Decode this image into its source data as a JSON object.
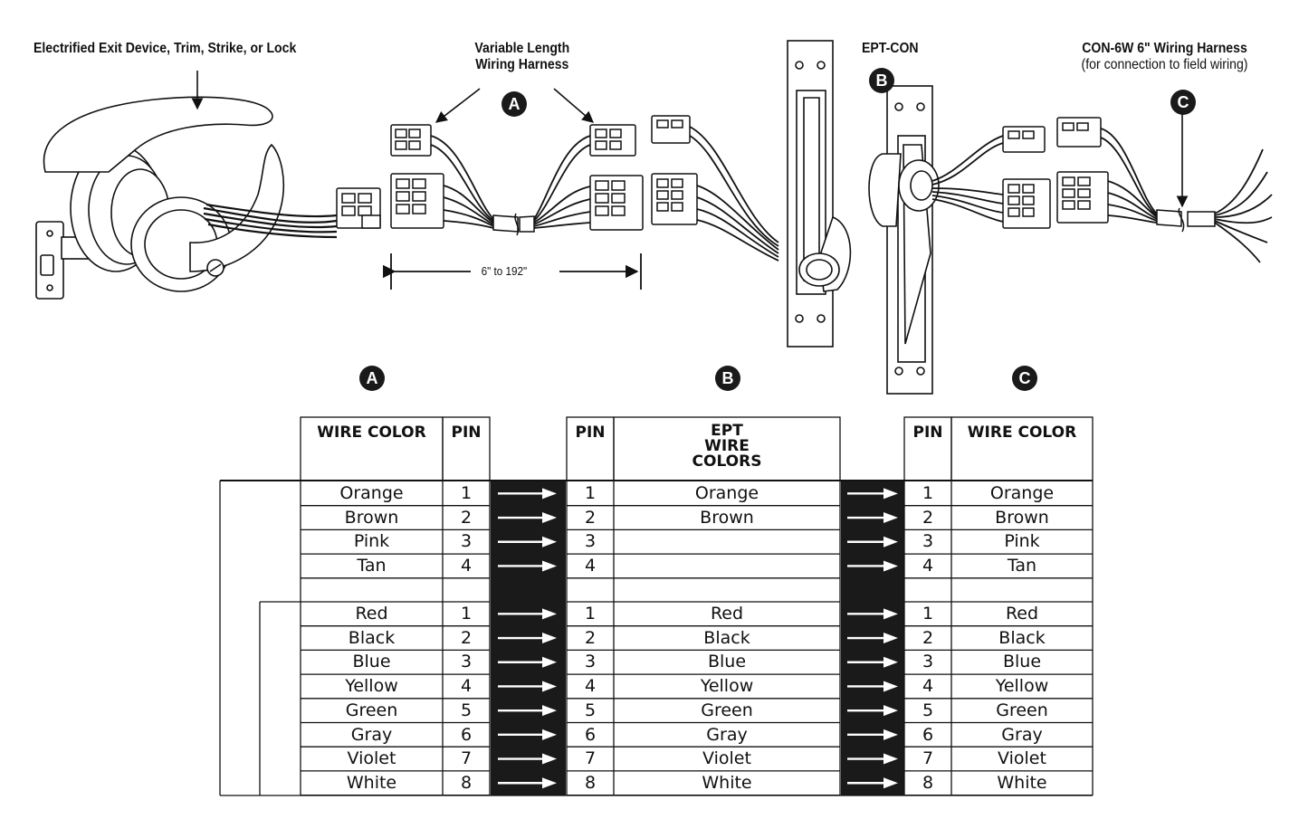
{
  "labels": {
    "device": "Electrified Exit Device, Trim, Strike, or Lock",
    "harness_line1": "Variable Length",
    "harness_line2": "Wiring Harness",
    "eptcon": "EPT-CON",
    "con6w_line1": "CON-6W 6\" Wiring Harness",
    "con6w_line2": "(for connection to field wiring)",
    "dimension": "6\" to 192\""
  },
  "badges": {
    "a": "A",
    "b": "B",
    "c": "C"
  },
  "table": {
    "headers": {
      "a_color": "WIRE COLOR",
      "a_pin": "PIN",
      "b_pin": "PIN",
      "b_color_l1": "EPT",
      "b_color_l2": "WIRE",
      "b_color_l3": "COLORS",
      "c_pin": "PIN",
      "c_color": "WIRE COLOR"
    },
    "group1": [
      {
        "a_color": "Orange",
        "pin": "1",
        "b_color": "Orange",
        "c_color": "Orange"
      },
      {
        "a_color": "Brown",
        "pin": "2",
        "b_color": "Brown",
        "c_color": "Brown"
      },
      {
        "a_color": "Pink",
        "pin": "3",
        "b_color": "",
        "c_color": "Pink"
      },
      {
        "a_color": "Tan",
        "pin": "4",
        "b_color": "",
        "c_color": "Tan"
      }
    ],
    "group2": [
      {
        "a_color": "Red",
        "pin": "1",
        "b_color": "Red",
        "c_color": "Red"
      },
      {
        "a_color": "Black",
        "pin": "2",
        "b_color": "Black",
        "c_color": "Black"
      },
      {
        "a_color": "Blue",
        "pin": "3",
        "b_color": "Blue",
        "c_color": "Blue"
      },
      {
        "a_color": "Yellow",
        "pin": "4",
        "b_color": "Yellow",
        "c_color": "Yellow"
      },
      {
        "a_color": "Green",
        "pin": "5",
        "b_color": "Green",
        "c_color": "Green"
      },
      {
        "a_color": "Gray",
        "pin": "6",
        "b_color": "Gray",
        "c_color": "Gray"
      },
      {
        "a_color": "Violet",
        "pin": "7",
        "b_color": "Violet",
        "c_color": "Violet"
      },
      {
        "a_color": "White",
        "pin": "8",
        "b_color": "White",
        "c_color": "White"
      }
    ]
  },
  "colors": {
    "ink": "#111111",
    "badge": "#1a1a1a",
    "arrow_band": "#1a1a1a"
  }
}
